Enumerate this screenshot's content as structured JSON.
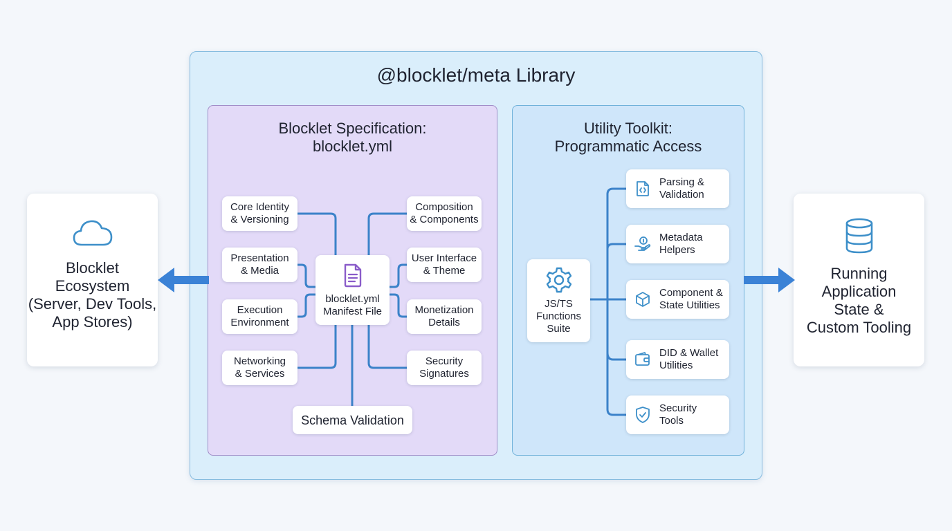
{
  "library": {
    "title": "@blocklet/meta Library"
  },
  "specification": {
    "title_line1": "Blocklet Specification:",
    "title_line2": "blocklet.yml",
    "center_label": "blocklet.yml\nManifest File",
    "center_icon": "document-icon",
    "left_items": [
      "Core Identity\n& Versioning",
      "Presentation\n& Media",
      "Execution\nEnvironment",
      "Networking\n& Services"
    ],
    "right_items": [
      "Composition\n& Components",
      "User Interface\n& Theme",
      "Monetization\nDetails",
      "Security\nSignatures"
    ],
    "bottom_item": "Schema Validation"
  },
  "toolkit": {
    "title_line1": "Utility Toolkit:",
    "title_line2": "Programmatic Access",
    "hub_label": "JS/TS\nFunctions\nSuite",
    "hub_icon": "gear-icon",
    "tools": [
      {
        "label": "Parsing &\nValidation",
        "icon": "code-file-icon"
      },
      {
        "label": "Metadata\nHelpers",
        "icon": "hand-coin-icon"
      },
      {
        "label": "Component &\nState Utilities",
        "icon": "cube-icon"
      },
      {
        "label": "DID & Wallet\nUtilities",
        "icon": "wallet-icon"
      },
      {
        "label": "Security\nTools",
        "icon": "shield-check-icon"
      }
    ]
  },
  "left_card": {
    "label": "Blocklet\nEcosystem\n(Server, Dev Tools,\nApp Stores)",
    "icon": "cloud-icon"
  },
  "right_card": {
    "label": "Running\nApplication\nState &\nCustom Tooling",
    "icon": "database-icon"
  },
  "colors": {
    "connector": "#3b82c9",
    "arrow": "#3b82d6",
    "icon_purple": "#8a5cc9",
    "icon_blue": "#3d8fc9"
  }
}
